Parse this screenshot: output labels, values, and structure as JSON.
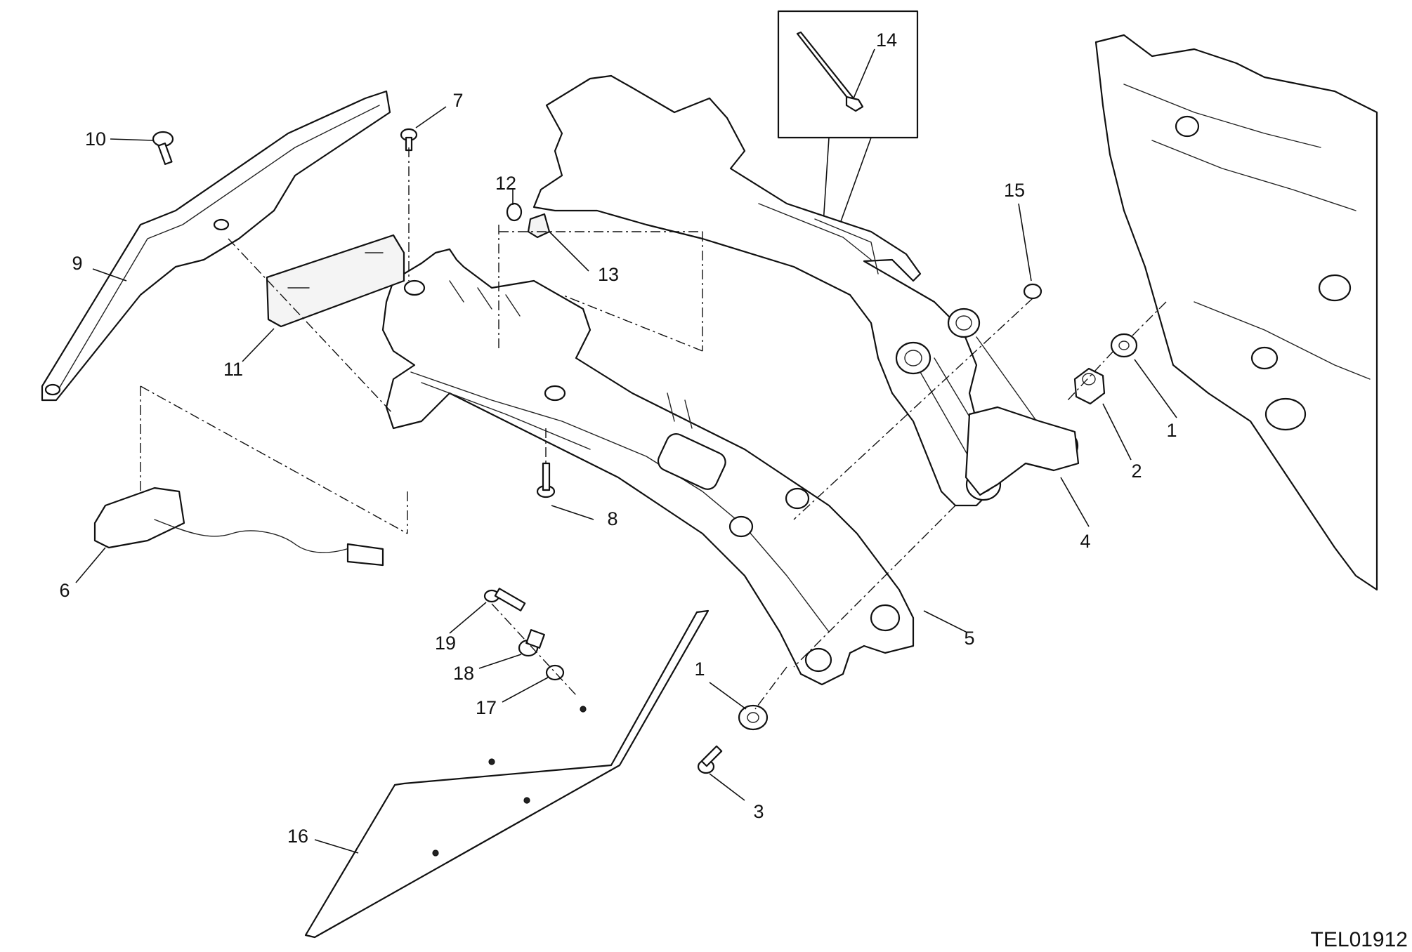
{
  "drawing_reference": "TEL01912",
  "callouts": [
    {
      "label": "1"
    },
    {
      "label": "2"
    },
    {
      "label": "3"
    },
    {
      "label": "4"
    },
    {
      "label": "5"
    },
    {
      "label": "6"
    },
    {
      "label": "7"
    },
    {
      "label": "8"
    },
    {
      "label": "9"
    },
    {
      "label": "10"
    },
    {
      "label": "11"
    },
    {
      "label": "12"
    },
    {
      "label": "13"
    },
    {
      "label": "14"
    },
    {
      "label": "15"
    },
    {
      "label": "16"
    },
    {
      "label": "17"
    },
    {
      "label": "18"
    },
    {
      "label": "19"
    },
    {
      "label": "1"
    }
  ]
}
